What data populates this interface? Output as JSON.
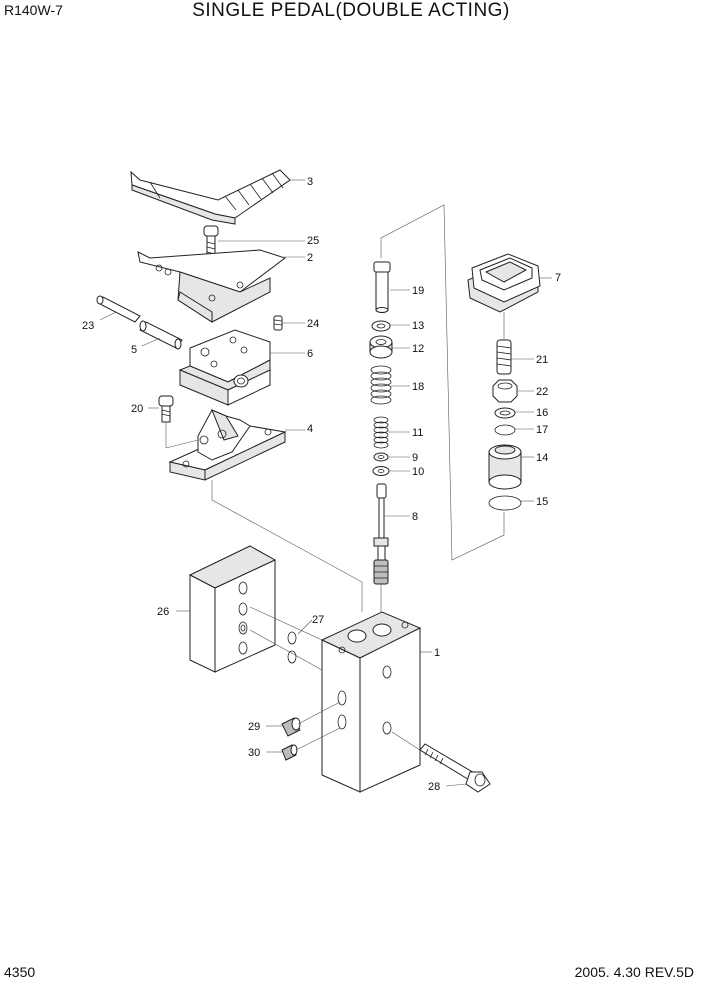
{
  "header": {
    "model": "R140W-7",
    "title": "SINGLE PEDAL(DOUBLE ACTING)"
  },
  "footer": {
    "page_number": "4350",
    "date_rev": "2005. 4.30  REV.5D"
  },
  "callouts": {
    "c1": "1",
    "c2": "2",
    "c3": "3",
    "c4": "4",
    "c5": "5",
    "c6": "6",
    "c7": "7",
    "c8": "8",
    "c9": "9",
    "c10": "10",
    "c11": "11",
    "c12": "12",
    "c13": "13",
    "c14": "14",
    "c15": "15",
    "c16": "16",
    "c17": "17",
    "c18": "18",
    "c19": "19",
    "c20": "20",
    "c21": "21",
    "c22": "22",
    "c23": "23",
    "c24": "24",
    "c25": "25",
    "c26": "26",
    "c27": "27",
    "c28": "28",
    "c29": "29",
    "c30": "30"
  }
}
